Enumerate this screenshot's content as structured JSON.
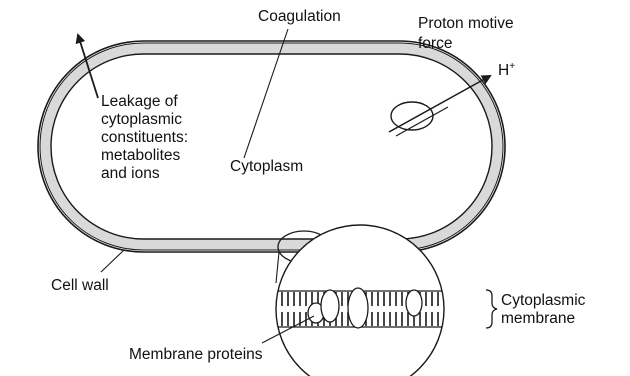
{
  "labels": {
    "coagulation": "Coagulation",
    "proton_motive_force": [
      "Proton motive",
      "force"
    ],
    "h_plus": "H",
    "h_plus_sup": "+",
    "leakage": [
      "Leakage of",
      "cytoplasmic",
      "constituents:",
      "metabolites",
      "and ions"
    ],
    "cytoplasm": "Cytoplasm",
    "cell_wall": "Cell wall",
    "cytoplasmic_membrane": [
      "Cytoplasmic",
      "membrane"
    ],
    "membrane_proteins": "Membrane proteins"
  },
  "colors": {
    "stroke": "#1a1a1a",
    "membrane_band": "#d9d9d9",
    "background": "#ffffff"
  },
  "icons": [
    "arrow-outward-icon",
    "proton-channel-icon",
    "magnifier-lens-icon"
  ]
}
